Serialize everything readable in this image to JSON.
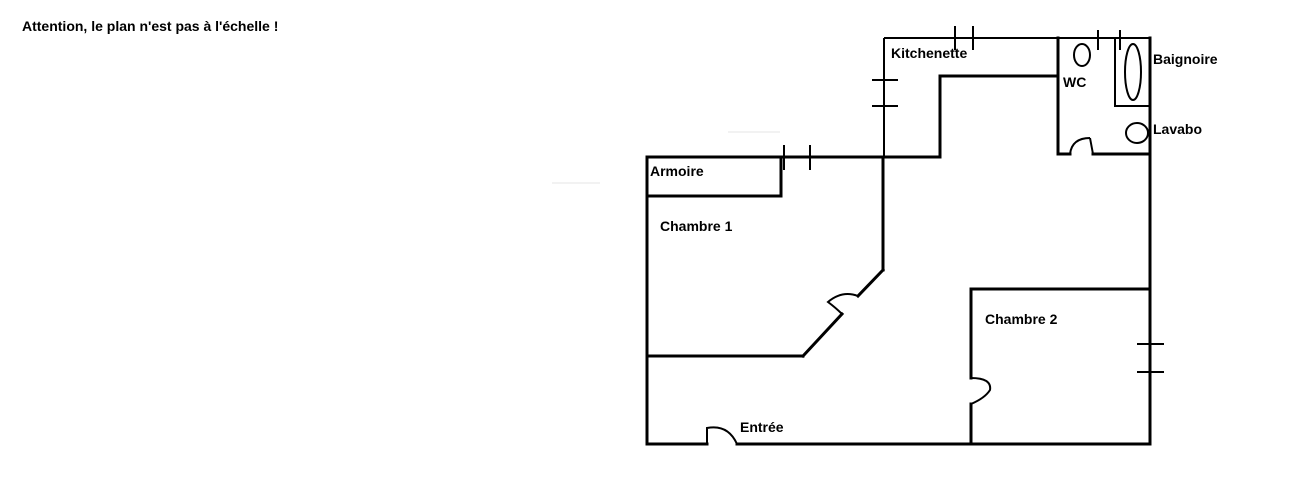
{
  "note": "Attention, le plan n'est pas à l'échelle !",
  "rooms": {
    "kitchenette": "Kitchenette",
    "baignoire": "Baignoire",
    "wc": "WC",
    "lavabo": "Lavabo",
    "armoire": "Armoire",
    "chambre1": "Chambre 1",
    "chambre2": "Chambre 2",
    "entree": "Entrée"
  }
}
